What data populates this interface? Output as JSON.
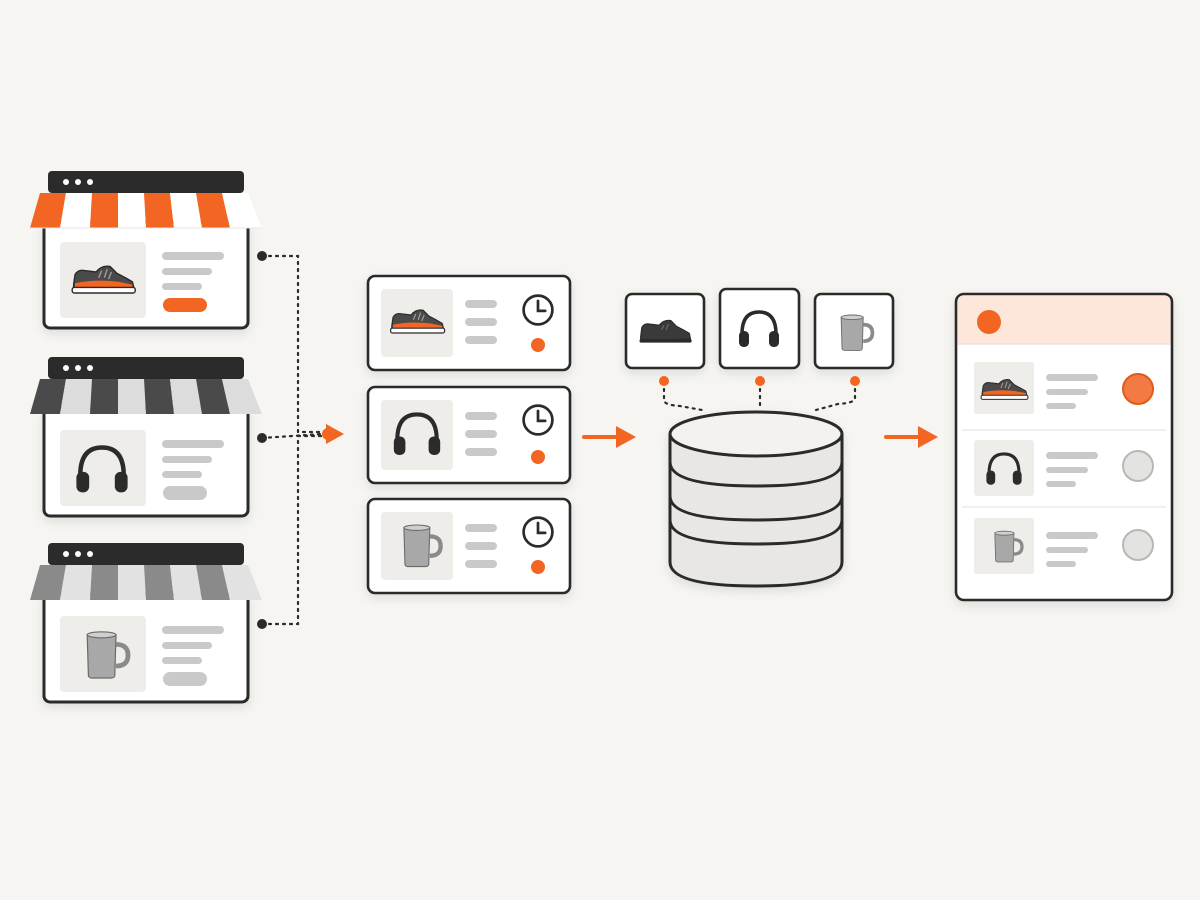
{
  "colors": {
    "background": "#f6f5f1",
    "accent": "#f26522",
    "ink": "#2b2b2b",
    "mid_gray": "#5a5a5a",
    "light_gray": "#9e9e9e",
    "placeholder": "#c9c9c9",
    "panel": "#ffffff",
    "thumb_bg": "#eeedea",
    "header_tint": "#fde6da",
    "awning_white": "#ffffff"
  },
  "stores": [
    {
      "product_icon": "sneaker-icon",
      "awning": "orange",
      "button": "orange"
    },
    {
      "product_icon": "headphones-icon",
      "awning": "dark",
      "button": "gray"
    },
    {
      "product_icon": "mug-icon",
      "awning": "gray",
      "button": "gray"
    }
  ],
  "ingest_cards": [
    {
      "product_icon": "sneaker-icon",
      "status_icon": "clock-icon"
    },
    {
      "product_icon": "headphones-icon",
      "status_icon": "clock-icon"
    },
    {
      "product_icon": "mug-icon",
      "status_icon": "clock-icon"
    }
  ],
  "catalog_tiles": [
    {
      "product_icon": "sneaker-icon"
    },
    {
      "product_icon": "headphones-icon"
    },
    {
      "product_icon": "mug-icon"
    }
  ],
  "database": {
    "icon": "database-icon"
  },
  "result_list": [
    {
      "product_icon": "sneaker-icon",
      "selected": true
    },
    {
      "product_icon": "headphones-icon",
      "selected": false
    },
    {
      "product_icon": "mug-icon",
      "selected": false
    }
  ],
  "arrows": [
    "arrow-right-icon",
    "arrow-right-icon",
    "arrow-right-icon"
  ]
}
